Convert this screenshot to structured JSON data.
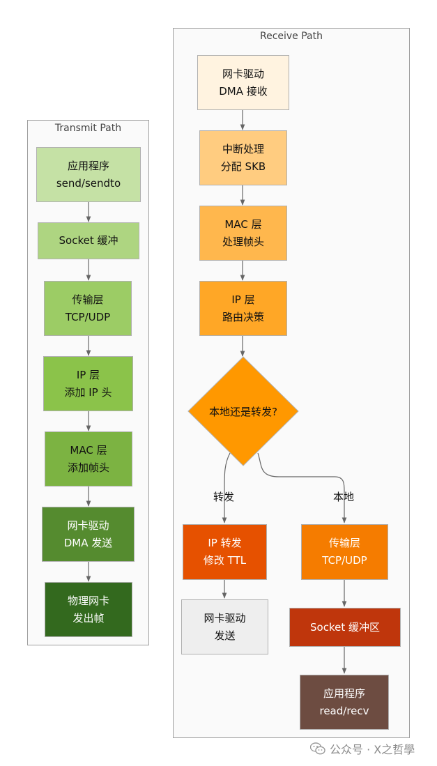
{
  "transmit": {
    "title": "Transmit Path",
    "nodes": [
      {
        "line1": "应用程序",
        "line2": "send/sendto",
        "color": "#c5e1a5"
      },
      {
        "line1": "Socket 缓冲",
        "line2": "",
        "color": "#aed581"
      },
      {
        "line1": "传输层",
        "line2": "TCP/UDP",
        "color": "#9ccc65"
      },
      {
        "line1": "IP 层",
        "line2": "添加 IP 头",
        "color": "#8bc34a"
      },
      {
        "line1": "MAC 层",
        "line2": "添加帧头",
        "color": "#7cb342"
      },
      {
        "line1": "网卡驱动",
        "line2": "DMA 发送",
        "color": "#558b2f"
      },
      {
        "line1": "物理网卡",
        "line2": "发出帧",
        "color": "#33691e"
      }
    ]
  },
  "receive": {
    "title": "Receive Path",
    "nodes": [
      {
        "line1": "网卡驱动",
        "line2": "DMA 接收",
        "color": "#fff3e0"
      },
      {
        "line1": "中断处理",
        "line2": "分配 SKB",
        "color": "#ffcc80"
      },
      {
        "line1": "MAC 层",
        "line2": "处理帧头",
        "color": "#ffb74d"
      },
      {
        "line1": "IP 层",
        "line2": "路由决策",
        "color": "#ffa726"
      }
    ],
    "decision": {
      "label": "本地还是转发?",
      "color": "#ff9800"
    },
    "forward_label": "转发",
    "local_label": "本地",
    "forward_nodes": [
      {
        "line1": "IP 转发",
        "line2": "修改 TTL",
        "color": "#e65100"
      },
      {
        "line1": "网卡驱动",
        "line2": "发送",
        "color": "#eeeeee"
      }
    ],
    "local_nodes": [
      {
        "line1": "传输层",
        "line2": "TCP/UDP",
        "color": "#f57c00"
      },
      {
        "line1": "Socket 缓冲区",
        "line2": "",
        "color": "#bf360c"
      },
      {
        "line1": "应用程序",
        "line2": "read/recv",
        "color": "#6d4c41"
      }
    ]
  },
  "watermark": "公众号 · X之哲學"
}
